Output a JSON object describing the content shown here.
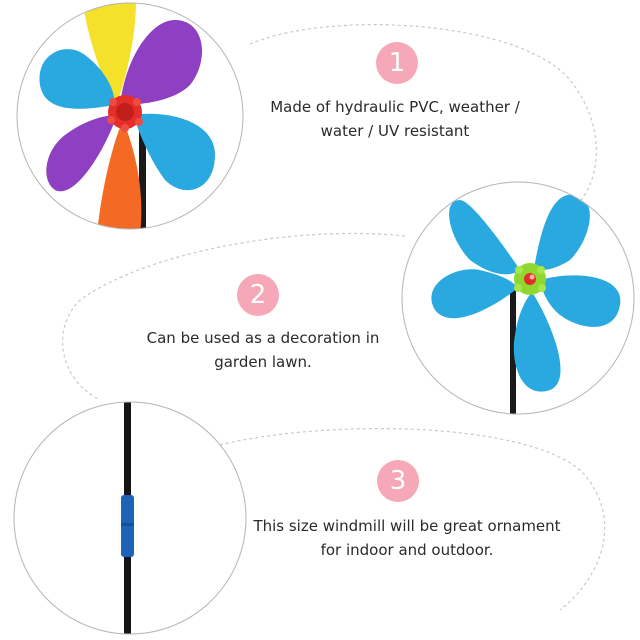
{
  "features": [
    {
      "number": "1",
      "lines": [
        "Made of hydraulic PVC, weather /",
        "water / UV resistant"
      ]
    },
    {
      "number": "2",
      "lines": [
        "Can be used as a decoration in",
        "garden lawn."
      ]
    },
    {
      "number": "3",
      "lines": [
        "This size windmill will be great ornament",
        "for indoor and outdoor."
      ]
    }
  ],
  "colors": {
    "badge": "#f7a8b8",
    "text": "#2a2a2a",
    "dashed_line": "#c8c8c8",
    "circle_border": "#b5b5b5",
    "petal_yellow": "#f5e02a",
    "petal_purple": "#8f3fc2",
    "petal_blue": "#2aa9e0",
    "petal_orange": "#f46a24",
    "hub_red": "#e52e2a",
    "hub_green": "#8fd832",
    "stick_blue": "#1e63b8"
  }
}
